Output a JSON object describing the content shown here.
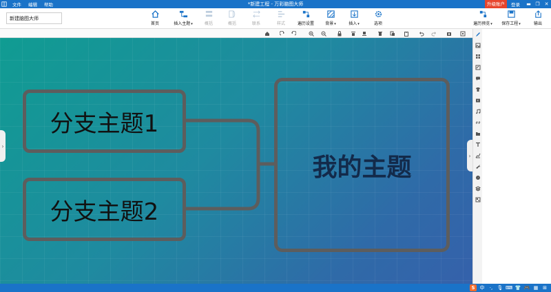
{
  "window": {
    "title": "*新建工程 - 万彩脑图大师",
    "menu": [
      "文件",
      "编辑",
      "帮助"
    ],
    "upgrade_label": "升级账户",
    "login_label": "登录"
  },
  "toolbar": {
    "doc_name": "新建脑图大师",
    "buttons": {
      "home": "首页",
      "insert_topic": "插入主题",
      "summary": "概括",
      "outline": "概括",
      "relation": "联系",
      "style": "样式",
      "tour_settings": "遍历设置",
      "background": "背景",
      "insert": "插入",
      "options": "选项",
      "tour_preview": "遍历预览",
      "save_project": "保存工程",
      "export": "输出"
    }
  },
  "canvas": {
    "main_topic": "我的主题",
    "branches": [
      "分支主题1",
      "分支主题2"
    ],
    "background_colors": [
      "#109c92",
      "#3561ab"
    ],
    "topic_border_color": "#5d5d5d"
  },
  "statusbar": {
    "tray": [
      "S",
      "中",
      "·,",
      "mic",
      "keyboard",
      "shirt",
      "gamepad",
      "grid",
      "apps"
    ]
  },
  "colors": {
    "brand_blue": "#1a73c8",
    "upgrade_red": "#e8452c"
  }
}
